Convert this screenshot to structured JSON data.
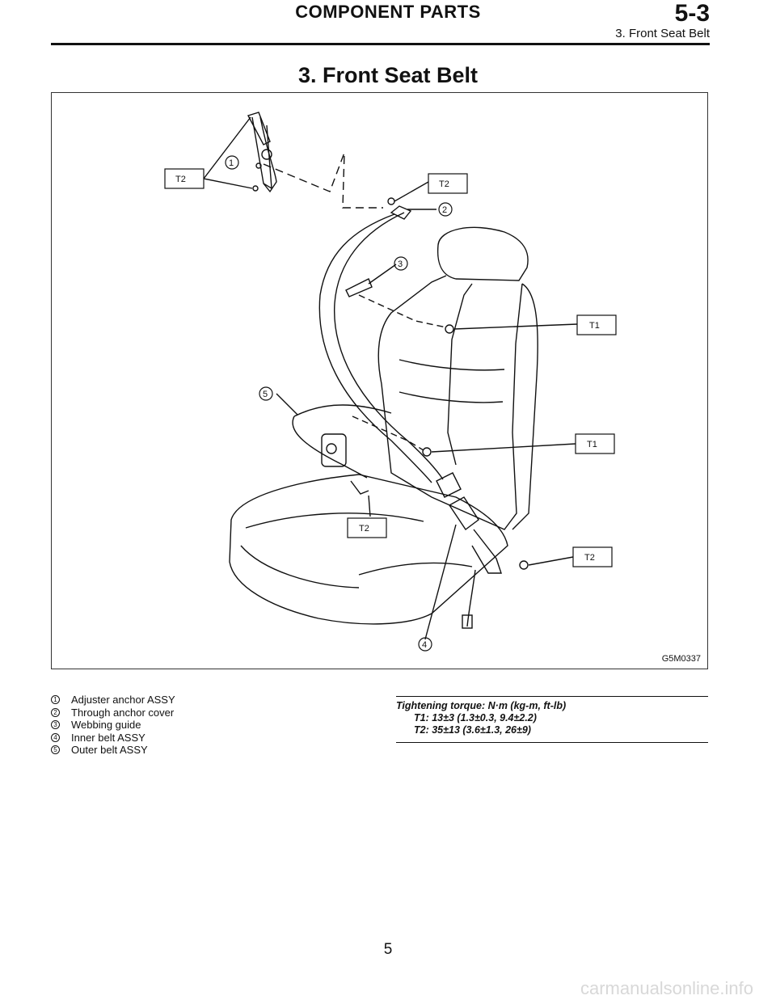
{
  "header": {
    "category": "COMPONENT PARTS",
    "section": "5-3",
    "subtitle": "3. Front Seat Belt"
  },
  "page_title": "3. Front Seat Belt",
  "figure": {
    "code": "G5M0337",
    "callouts": {
      "c1": "1",
      "c2": "2",
      "c3": "3",
      "c4": "4",
      "c5": "5"
    },
    "torque_boxes": {
      "t2_upper_left": "T2",
      "t2_upper_right": "T2",
      "t1_upper": "T1",
      "t1_lower": "T1",
      "t2_lower_center": "T2",
      "t2_lower_right": "T2"
    }
  },
  "legend": [
    {
      "num": "1",
      "label": "Adjuster anchor ASSY"
    },
    {
      "num": "2",
      "label": "Through anchor cover"
    },
    {
      "num": "3",
      "label": "Webbing guide"
    },
    {
      "num": "4",
      "label": "Inner belt ASSY"
    },
    {
      "num": "5",
      "label": "Outer belt ASSY"
    }
  ],
  "torque": {
    "heading": "Tightening torque: N·m (kg-m, ft-lb)",
    "t1": "T1: 13±3 (1.3±0.3, 9.4±2.2)",
    "t2": "T2: 35±13 (3.6±1.3, 26±9)"
  },
  "page_number": "5",
  "watermark": "carmanualsonline.info"
}
